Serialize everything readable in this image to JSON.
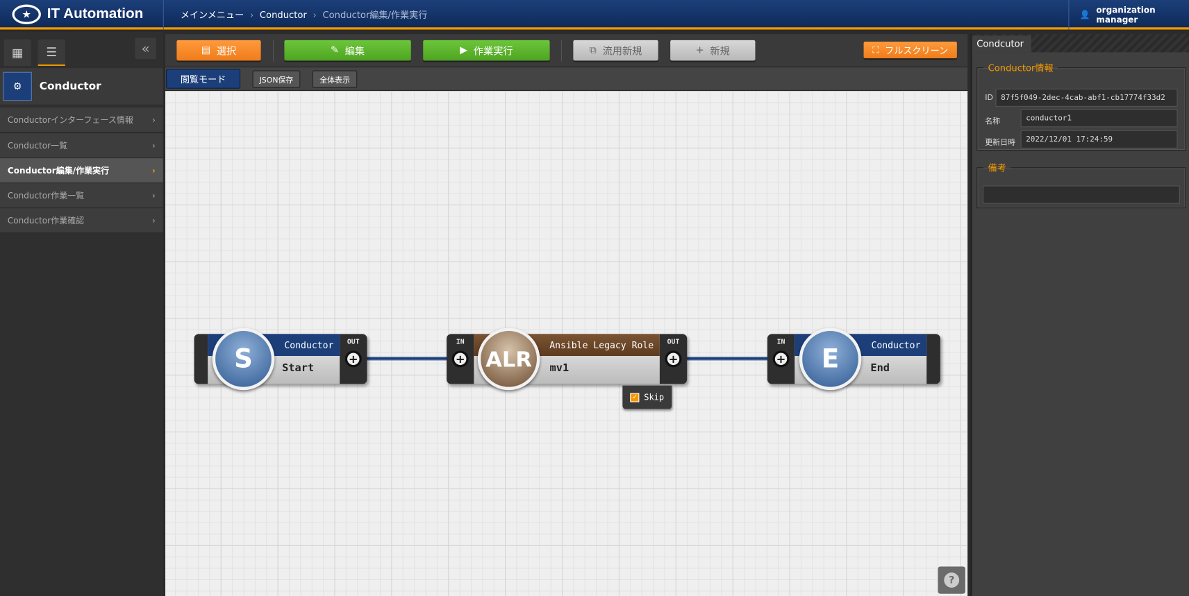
{
  "header": {
    "app_title": "IT Automation",
    "breadcrumb": [
      "メインメニュー",
      "Conductor",
      "Conductor編集/作業実行"
    ],
    "user": "organization manager"
  },
  "sidebar": {
    "title": "Conductor",
    "items": [
      {
        "label": "Conductorインターフェース情報",
        "active": false
      },
      {
        "label": "Conductor一覧",
        "active": false
      },
      {
        "label": "Conductor編集/作業実行",
        "active": true
      },
      {
        "label": "Conductor作業一覧",
        "active": false
      },
      {
        "label": "Conductor作業確認",
        "active": false
      }
    ]
  },
  "toolbar": {
    "select": "選択",
    "edit": "編集",
    "execute": "作業実行",
    "copy_new": "流用新規",
    "new": "新規",
    "fullscreen": "フルスクリーン"
  },
  "subbar": {
    "mode": "閲覧モード",
    "json_save": "JSON保存",
    "show_all": "全体表示"
  },
  "nodes": {
    "start": {
      "letter": "S",
      "type": "Conductor",
      "name": "Start",
      "out": "OUT"
    },
    "alr": {
      "letter": "ALR",
      "type": "Ansible Legacy Role",
      "name": "mv1",
      "in": "IN",
      "out": "OUT",
      "skip": "Skip",
      "skip_checked": true
    },
    "end": {
      "letter": "E",
      "type": "Conductor",
      "name": "End",
      "in": "IN"
    }
  },
  "help": "?",
  "panel": {
    "tab": "Condcutor",
    "info_legend": "Conductor情報",
    "id_label": "ID",
    "id": "87f5f049-2dec-4cab-abf1-cb17774f33d2",
    "name_label": "名称",
    "name": "conductor1",
    "updated_label": "更新日時",
    "updated": "2022/12/01 17:24:59",
    "note_legend": "備考",
    "note": ""
  },
  "colors": {
    "accent": "#f39800",
    "header": "#1c3f7a",
    "alr": "#6b4427"
  }
}
